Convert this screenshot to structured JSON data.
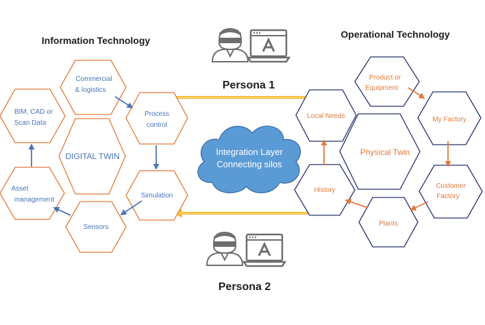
{
  "titles": {
    "it": "Information Technology",
    "ot": "Operational Technology"
  },
  "personas": [
    "Persona 1",
    "Persona 2"
  ],
  "cloud": {
    "line1": "Integration Layer",
    "line2": "Connecting silos"
  },
  "it_hexes": {
    "center": [
      "DIGITAL TWIN"
    ],
    "commercial": [
      "Commercial",
      "& logistics"
    ],
    "process": [
      "Process",
      "control"
    ],
    "bim": [
      "BIM, CAD or",
      "Scan Data"
    ],
    "simulation": [
      "Simulation"
    ],
    "asset": [
      "Asset",
      "management"
    ],
    "sensors": [
      "Sensors"
    ]
  },
  "ot_hexes": {
    "center": [
      "Physical Twin"
    ],
    "product": [
      "Product or",
      "Equipment"
    ],
    "local": [
      "Local Needs"
    ],
    "factory": [
      "My Factory"
    ],
    "history": [
      "History"
    ],
    "customer": [
      "Customer",
      "Factory"
    ],
    "plants": [
      "Plants"
    ]
  },
  "colors": {
    "it_hex_border": "#e07a3a",
    "ot_hex_border": "#27306b",
    "it_text": "#4a74b8",
    "ot_text": "#e07a3a",
    "connector": "#f2b632",
    "cloud_fill": "#5b9bd5",
    "icon_gray": "#6e6e6e"
  },
  "icons": [
    "person-with-glasses-icon",
    "laptop-with-logo-icon"
  ]
}
